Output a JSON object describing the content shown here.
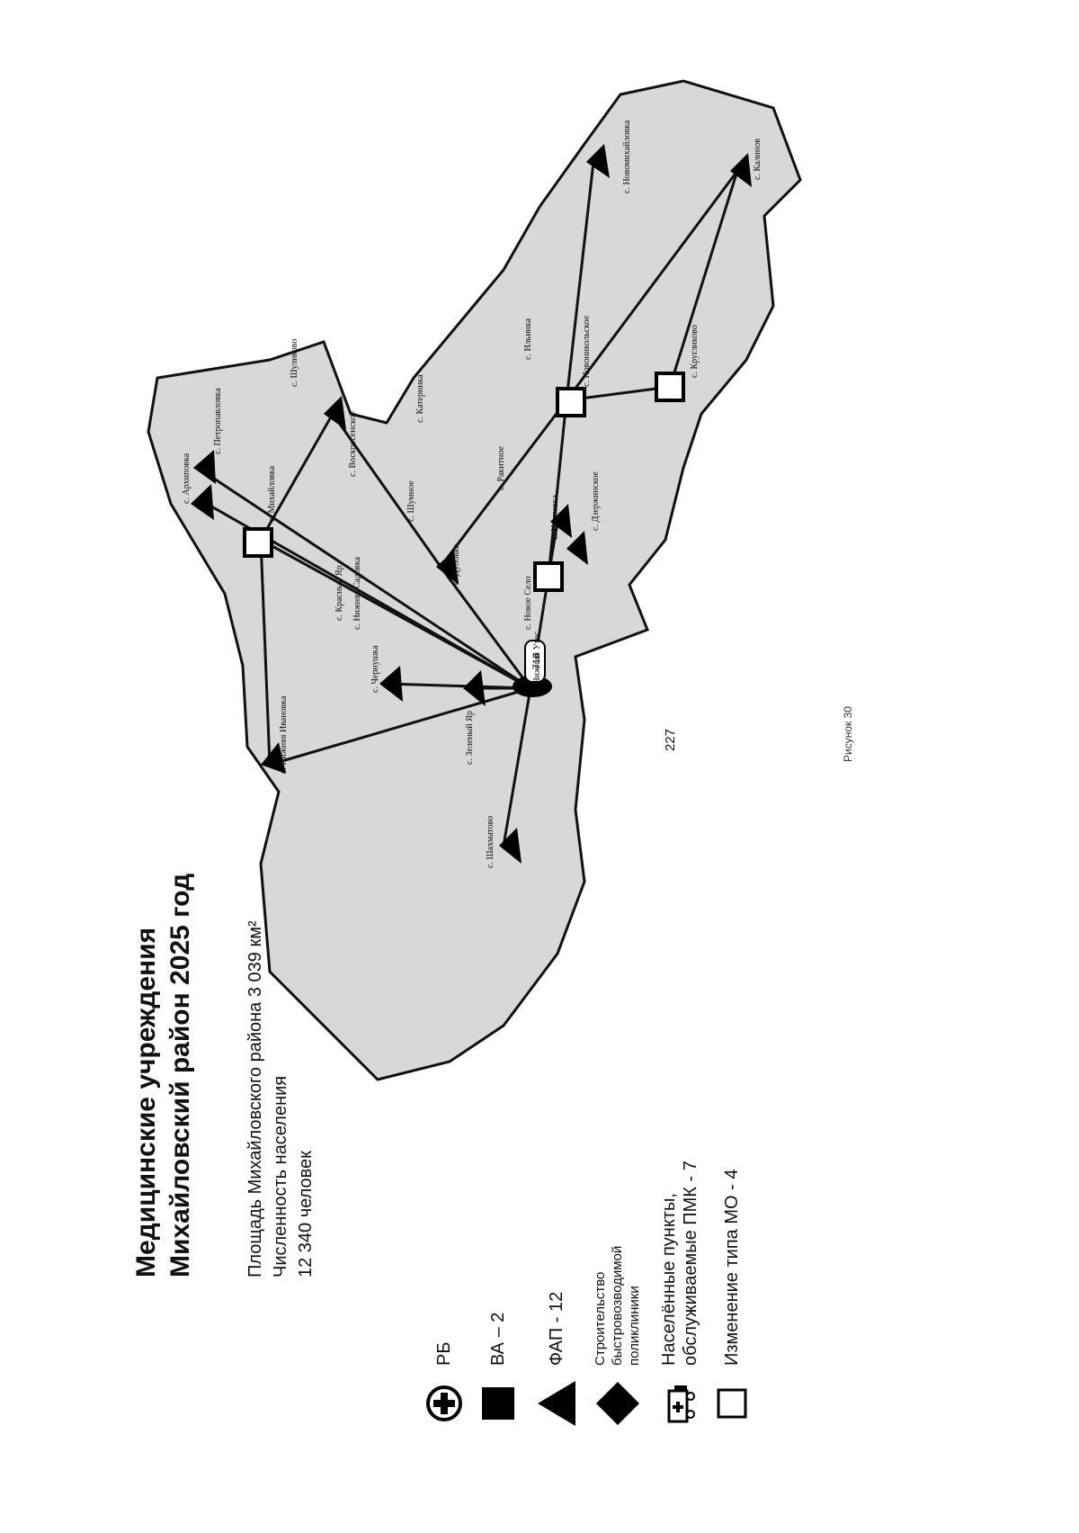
{
  "page": {
    "number": "227",
    "caption": "Рисунок 30"
  },
  "header": {
    "title_line1": "Медицинские учреждения",
    "title_line2": "Михайловский район 2025 год"
  },
  "stats": {
    "area": "Площадь Михайловского района 3 039 км²",
    "population_label": "Численность населения",
    "population_value": "12 340 человек"
  },
  "legend": {
    "items": [
      {
        "icon": "hospital-cross-icon",
        "label": "РБ"
      },
      {
        "icon": "filled-square-icon",
        "label": "ВА – 2"
      },
      {
        "icon": "filled-triangle-icon",
        "label": "ФАП - 12"
      },
      {
        "icon": "filled-diamond-icon",
        "label_lines": [
          "Строительство",
          "быстровозводимой",
          "поликлиники"
        ]
      },
      {
        "icon": "mobile-clinic-icon",
        "label_lines": [
          "Населённые пункты,",
          "обслуживаемые ПМК - 7"
        ]
      },
      {
        "icon": "empty-square-icon",
        "label": "Изменение типа МО - 4"
      }
    ]
  },
  "map": {
    "colors": {
      "land": "#d8d8d8",
      "outline": "#111111",
      "route": "#111111",
      "marker": "#000000",
      "changed": "#ffffff"
    },
    "hub_label": "718",
    "settlements": [
      "с. Нижняя Ивановка",
      "с. Чернушка",
      "с. Красный Яр",
      "с. Нижняя Садовка",
      "с. Дубовка",
      "с. Михайловка",
      "с. Архиповка",
      "с. Петропавловка",
      "с. Воскресенское",
      "с. Шумное",
      "с. Катеринка",
      "с. Ракитное",
      "с. Шуликово",
      "с. Ильинка",
      "с. Новоникольское",
      "с. Новомихайловка",
      "с. Ивановка",
      "с. Калинов",
      "с. Кругликово",
      "с. Дзержинское",
      "с. Зеленый Яр",
      "с. Новое Село",
      "с. Нижний Утес",
      "с. Шахматово"
    ]
  }
}
